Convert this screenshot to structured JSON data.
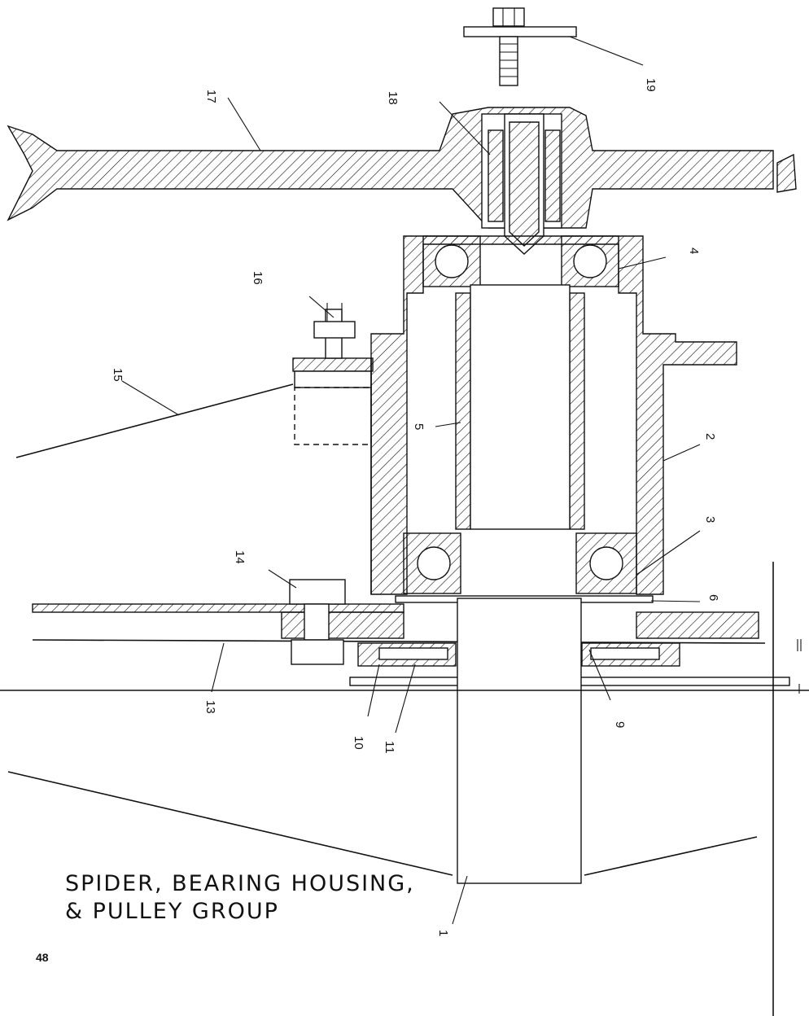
{
  "title_lines": [
    "SPIDER, BEARING HOUSING,",
    "& PULLEY GROUP"
  ],
  "page_number": "48",
  "callouts": [
    {
      "id": "callout-1",
      "label": "1"
    },
    {
      "id": "callout-2",
      "label": "2"
    },
    {
      "id": "callout-3",
      "label": "3"
    },
    {
      "id": "callout-4",
      "label": "4"
    },
    {
      "id": "callout-5",
      "label": "5"
    },
    {
      "id": "callout-6",
      "label": "6"
    },
    {
      "id": "callout-9",
      "label": "9"
    },
    {
      "id": "callout-10",
      "label": "10"
    },
    {
      "id": "callout-11",
      "label": "11"
    },
    {
      "id": "callout-13",
      "label": "13"
    },
    {
      "id": "callout-14",
      "label": "14"
    },
    {
      "id": "callout-15",
      "label": "15"
    },
    {
      "id": "callout-16",
      "label": "16"
    },
    {
      "id": "callout-17",
      "label": "17"
    },
    {
      "id": "callout-18",
      "label": "18"
    },
    {
      "id": "callout-19",
      "label": "19"
    }
  ]
}
